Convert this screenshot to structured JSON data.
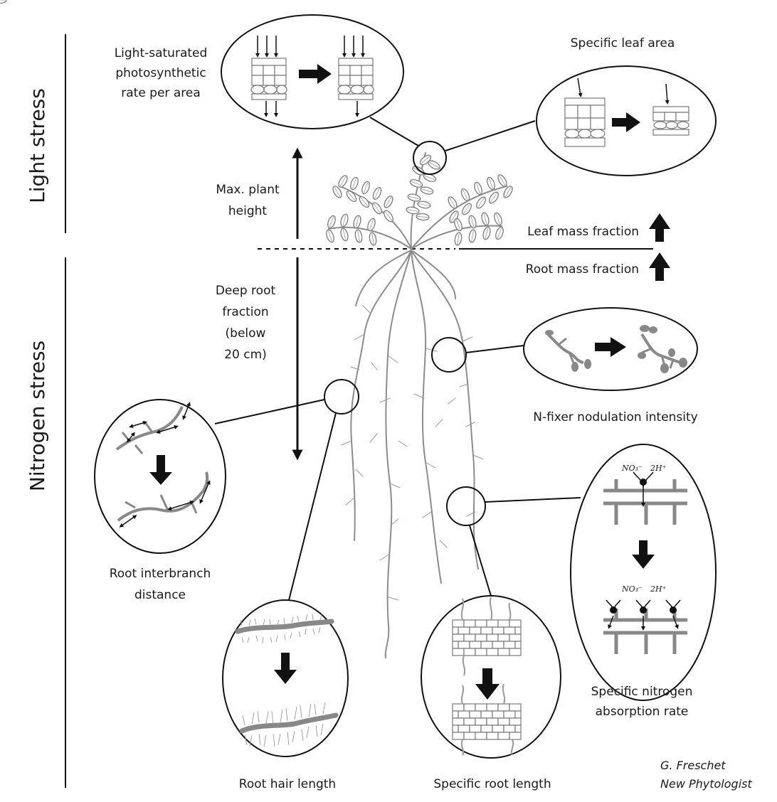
{
  "side_labels": {
    "light": "Light stress",
    "nitrogen": "Nitrogen stress"
  },
  "traits": {
    "photosynthetic_rate": [
      "Light-saturated",
      "photosynthetic",
      "rate per area"
    ],
    "specific_leaf_area": "Specific leaf area",
    "max_plant_height": [
      "Max. plant",
      "height"
    ],
    "leaf_mass_fraction": "Leaf mass fraction",
    "root_mass_fraction": "Root mass fraction",
    "deep_root_fraction": [
      "Deep root",
      "fraction",
      "(below",
      "20  cm)"
    ],
    "nodulation": "N-fixer nodulation intensity",
    "interbranch": [
      "Root interbranch",
      "distance"
    ],
    "nitrogen_absorption": [
      "Specific nitrogen",
      "absorption rate"
    ],
    "root_hair_length": "Root hair length",
    "specific_root_length": "Specific root length"
  },
  "chemistry": {
    "nitrate": "NO₃⁻",
    "protons": "2H⁺"
  },
  "credit": {
    "author": "G. Freschet",
    "journal": "New Phytologist"
  },
  "icons": {
    "arrow": "arrow-icon",
    "plant": "plant-icon"
  }
}
